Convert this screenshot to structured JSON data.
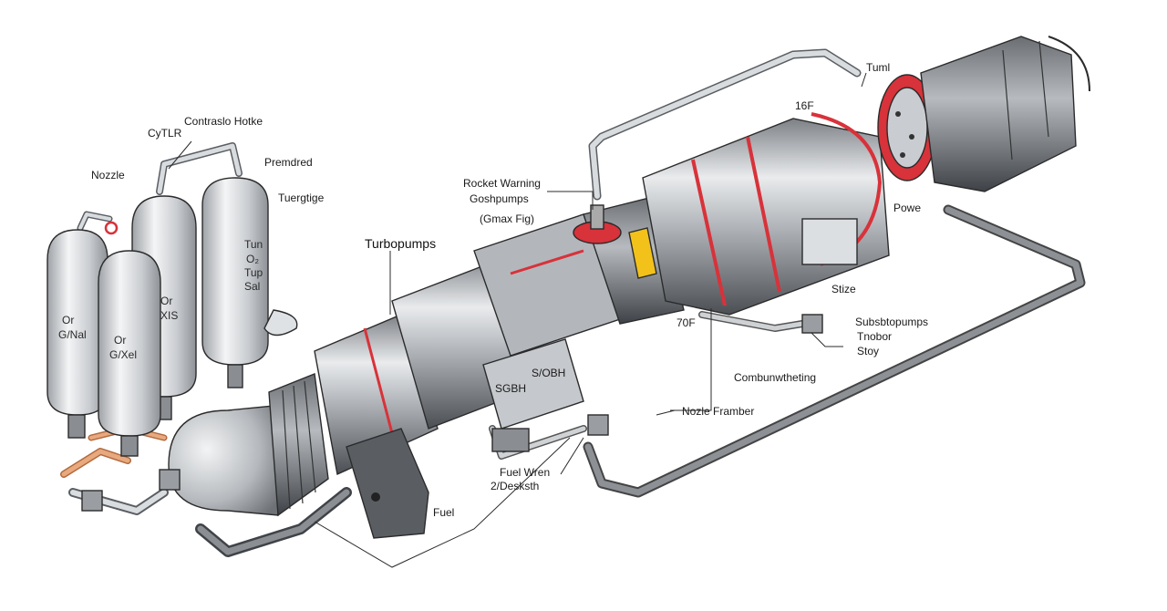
{
  "colors": {
    "metal_light": "#e4e6e8",
    "metal_mid": "#a9adb2",
    "metal_dark": "#55595e",
    "accent_red": "#d8323a",
    "accent_yellow": "#f2c21b",
    "pipe_gray": "#b8bcc0",
    "pipe_copper": "#e8a97e",
    "line": "#2b2b2b"
  },
  "labels": {
    "cytlr": "CyTLR",
    "contraslo_hotke": "Contraslo Hotke",
    "nozzle": "Nozzle",
    "premdred": "Premdred",
    "tuergtige": "Tuergtige",
    "tun": "Tun",
    "o2": "O₂",
    "tup": "Tup",
    "sal": "Sal",
    "or_1": "Or",
    "gnal": "G/Nal",
    "or_2": "Or",
    "or_3": "Or",
    "gxel": "G/Xel",
    "xis": "XIS",
    "turbopumps": "Turbopumps",
    "rocket_warning": "Rocket Warning",
    "goshpumps": "Goshpumps",
    "gmax_fig": "(Gmax Fig)",
    "sgbh": "SGBH",
    "sobh": "S/OBH",
    "fuel_wren": "Fuel Wren",
    "deskh": "2/Desksth",
    "fuel": "Fuel",
    "tuml": "Tuml",
    "n_16f": "16F",
    "powe": "Powe",
    "stize": "Stize",
    "subsbtopumps": "Subsbtopumps",
    "tnobor": "Tnobor",
    "stoy": "Stoy",
    "combunwtheting": "Combunwtheting",
    "nozle_framber": "Nozle Framber",
    "n_70f": "70F"
  }
}
